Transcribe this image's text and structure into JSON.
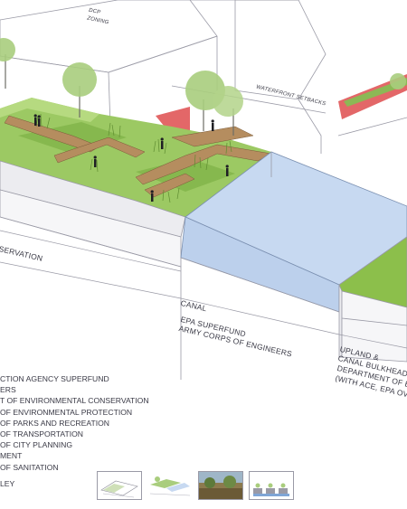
{
  "labels": {
    "dcp": "DCP",
    "zoning": "ZONING",
    "waterfront_setbacks": "WATERFRONT SETBACKS",
    "conservation_partial": "SERVATION",
    "canal": "CANAL",
    "canal_agencies": [
      "EPA SUPERFUND",
      "ARMY CORPS OF ENGINEERS"
    ],
    "upland": [
      "UPLAND &",
      "CANAL BULKHEAD",
      "DEPARTMENT OF EN",
      "(WITH ACE, EPA OV"
    ]
  },
  "legend": [
    "CTION AGENCY SUPERFUND",
    "ERS",
    "T OF ENVIRONMENTAL CONSERVATION",
    "OF ENVIRONMENTAL PROTECTION",
    "OF PARKS AND RECREATION",
    "OF TRANSPORTATION",
    "OF CITY PLANNING",
    "MENT",
    "OF SANITATION",
    "LEY"
  ],
  "thumbnails": [
    {
      "icon": "axonometric-diagram-thumbnail"
    },
    {
      "icon": "site-section-thumbnail"
    },
    {
      "icon": "site-photo-thumbnail"
    },
    {
      "icon": "bulkhead-elevation-thumbnail"
    }
  ],
  "colors": {
    "water": "#c7d9f1",
    "grass": "#9cc963",
    "boardwalk": "#b58d5f",
    "setback_red": "#e05758",
    "outline": "#4a4a55"
  }
}
